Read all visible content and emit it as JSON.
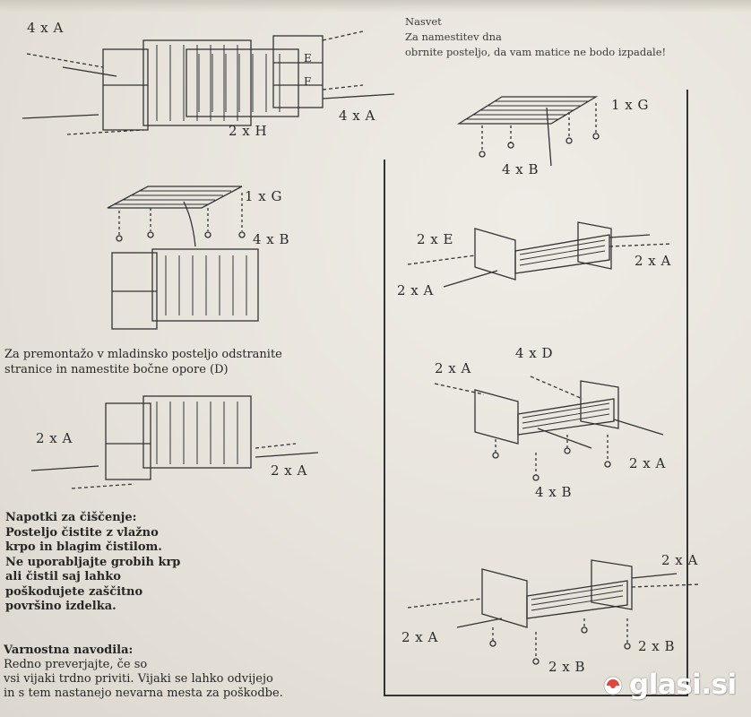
{
  "notice": {
    "heading": "Nasvet",
    "line1": "Za namestitev dna",
    "line2": "obrnite posteljo, da vam matice ne bodo  izpadale!"
  },
  "step1": {
    "label_top": "4 x A",
    "label_right": "4 x A",
    "label_bottom": "2 x H",
    "panel_e": "E",
    "panel_f": "F"
  },
  "step2": {
    "label_g": "1 x G",
    "label_b": "4 x B"
  },
  "step3": {
    "label_g": "1 x G",
    "label_b": "4 x B"
  },
  "step4": {
    "label_e": "2 x E",
    "label_a_right": "2 x A",
    "label_a_left": "2 x A"
  },
  "instruction": {
    "line1": "Za premontažo v mladinsko posteljo odstranite",
    "line2": "stranice in namestite bočne opore (D)"
  },
  "step5": {
    "label_left": "2 x A",
    "label_right": "2 x A"
  },
  "step6": {
    "label_d": "4 x D",
    "label_a_top": "2 x A",
    "label_a_right": "2 x A",
    "label_b": "4 x B"
  },
  "step7": {
    "label_a_top": "2 x A",
    "label_a_left": "2 x A",
    "label_b_right": "2 x B",
    "label_b_bottom": "2 x B"
  },
  "cleaning": {
    "title": "Napotki za čiščenje:",
    "lines": [
      "Posteljo čistite z vlažno",
      "krpo in blagim čistilom.",
      "Ne uporabljajte grobih krp",
      "ali čistil saj lahko",
      "poškodujete zaščitno",
      "površino izdelka."
    ]
  },
  "safety": {
    "title": "Varnostna navodila:",
    "lines": [
      "Redno preverjajte, če so",
      "vsi vijaki trdno priviti. Vijaki se lahko odvijejo",
      "in s tem nastanejo nevarna mesta za poškodbe."
    ]
  },
  "watermark": {
    "text": "glasi.si"
  },
  "colors": {
    "paper": "#e9e6df",
    "ink": "#2a2a2a",
    "watermark": "#ffffff",
    "watermark_accent": "#e0463a"
  }
}
